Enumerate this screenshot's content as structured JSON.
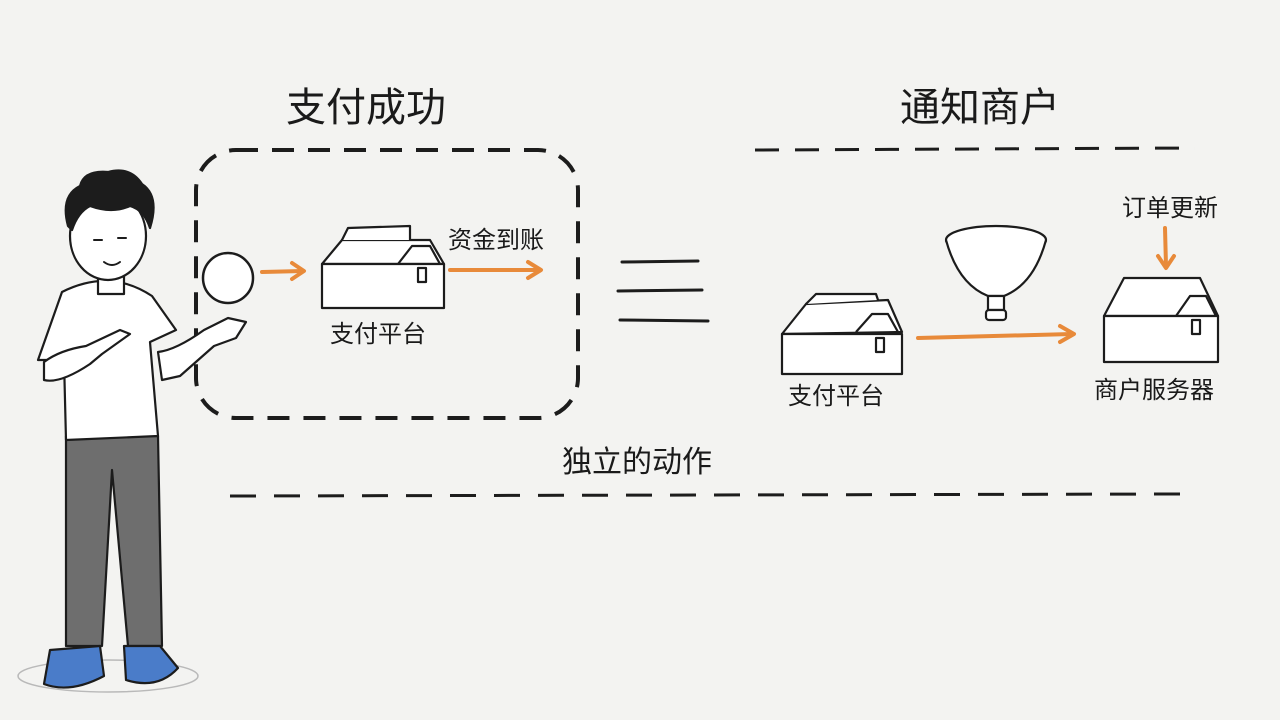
{
  "labels": {
    "success_title": "支付成功",
    "notify_title": "通知商户",
    "funds_arrived": "资金到账",
    "pay_platform_left": "支付平台",
    "pay_platform_right": "支付平台",
    "merchant_server": "商户服务器",
    "order_update": "订单更新",
    "independent_action": "独立的动作"
  },
  "colors": {
    "accent_arrow": "#e88a3a",
    "ink": "#1c1c1c",
    "paper": "#f3f3f1",
    "shirt": "#ffffff",
    "pants": "#6e6e6e",
    "shoes": "#4a7cc9"
  },
  "icons": [
    "person-illustration",
    "circle-icon",
    "box-icon",
    "funnel-icon",
    "arrow-icon",
    "equals-sign"
  ]
}
